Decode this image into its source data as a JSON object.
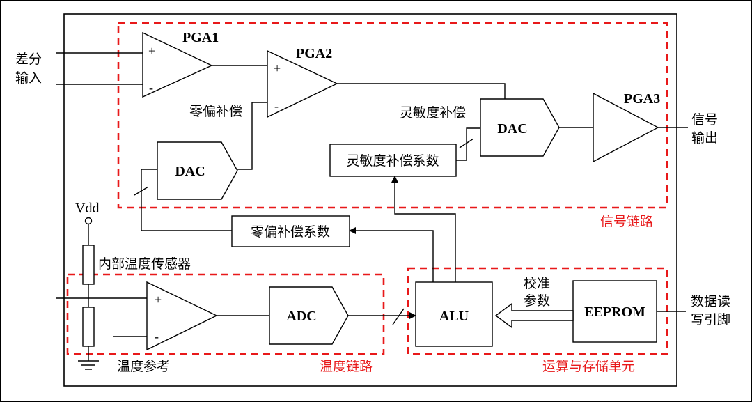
{
  "blocks": {
    "pga1": "PGA1",
    "pga2": "PGA2",
    "pga3": "PGA3",
    "dac_signal": "DAC",
    "dac_offset": "DAC",
    "sens_coeff": "灵敏度补偿系数",
    "offset_coeff": "零偏补偿系数",
    "adc": "ADC",
    "alu": "ALU",
    "eeprom": "EEPROM"
  },
  "labels": {
    "diff_in_1": "差分",
    "diff_in_2": "输入",
    "sig_out_1": "信号",
    "sig_out_2": "输出",
    "offset_comp": "零偏补偿",
    "sens_comp": "灵敏度补偿",
    "vdd": "Vdd",
    "temp_sensor": "内部温度传感器",
    "temp_ref": "温度参考",
    "calib_1": "校准",
    "calib_2": "参数",
    "pin_1": "数据读",
    "pin_2": "写引脚"
  },
  "regions": {
    "signal_chain": "信号链路",
    "temp_chain": "温度链路",
    "compute_unit": "运算与存储单元"
  },
  "signs": {
    "plus": "+",
    "minus": "-"
  },
  "colors": {
    "region_border": "#e8191a",
    "line": "#000000"
  }
}
